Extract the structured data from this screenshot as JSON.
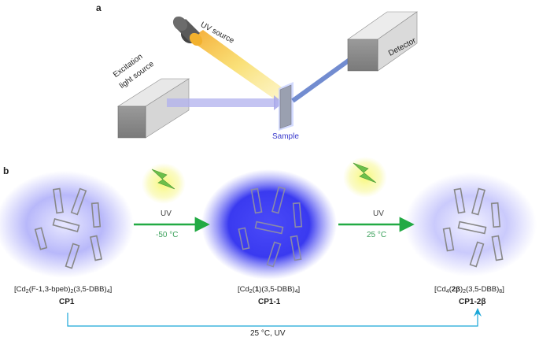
{
  "panel_a": {
    "label": "a",
    "uv_source": "UV source",
    "excitation_line1": "Excitation",
    "excitation_line2": "light source",
    "detector": "Detector",
    "sample": "Sample"
  },
  "panel_b": {
    "label": "b",
    "step1": {
      "light": "UV",
      "temperature": "-50 °C"
    },
    "step2": {
      "light": "UV",
      "temperature": "25 °C"
    },
    "bottom_path": "25 °C, UV",
    "compound1": {
      "formula_parts": [
        "[Cd",
        "2",
        "(F-1,3-bpeb)",
        "2",
        "(3,5-DBB)",
        "4",
        "]"
      ],
      "name": "CP1"
    },
    "compound2": {
      "formula_parts": [
        "[Cd",
        "2",
        "(",
        "1",
        ")(3,5-DBB)",
        "4",
        "]"
      ],
      "name": "CP1-1"
    },
    "compound3": {
      "formula_parts": [
        "[Cd",
        "4",
        "(",
        "2β",
        ")",
        "2",
        "(3,5-DBB)",
        "8",
        "]"
      ],
      "name": "CP1-2β"
    }
  },
  "colors": {
    "uv_beam": "#f5b40a",
    "excitation_beam": "#b4b4f0",
    "emission_beam": "#5a78c8",
    "glow_weak": "#a8a8f4",
    "glow_strong": "#3c3cf0",
    "arrow_green": "#22aa44",
    "path_cyan": "#1aa7d8",
    "lightning_glow": "#f0f060",
    "lightning_fill": "#66bb44"
  }
}
